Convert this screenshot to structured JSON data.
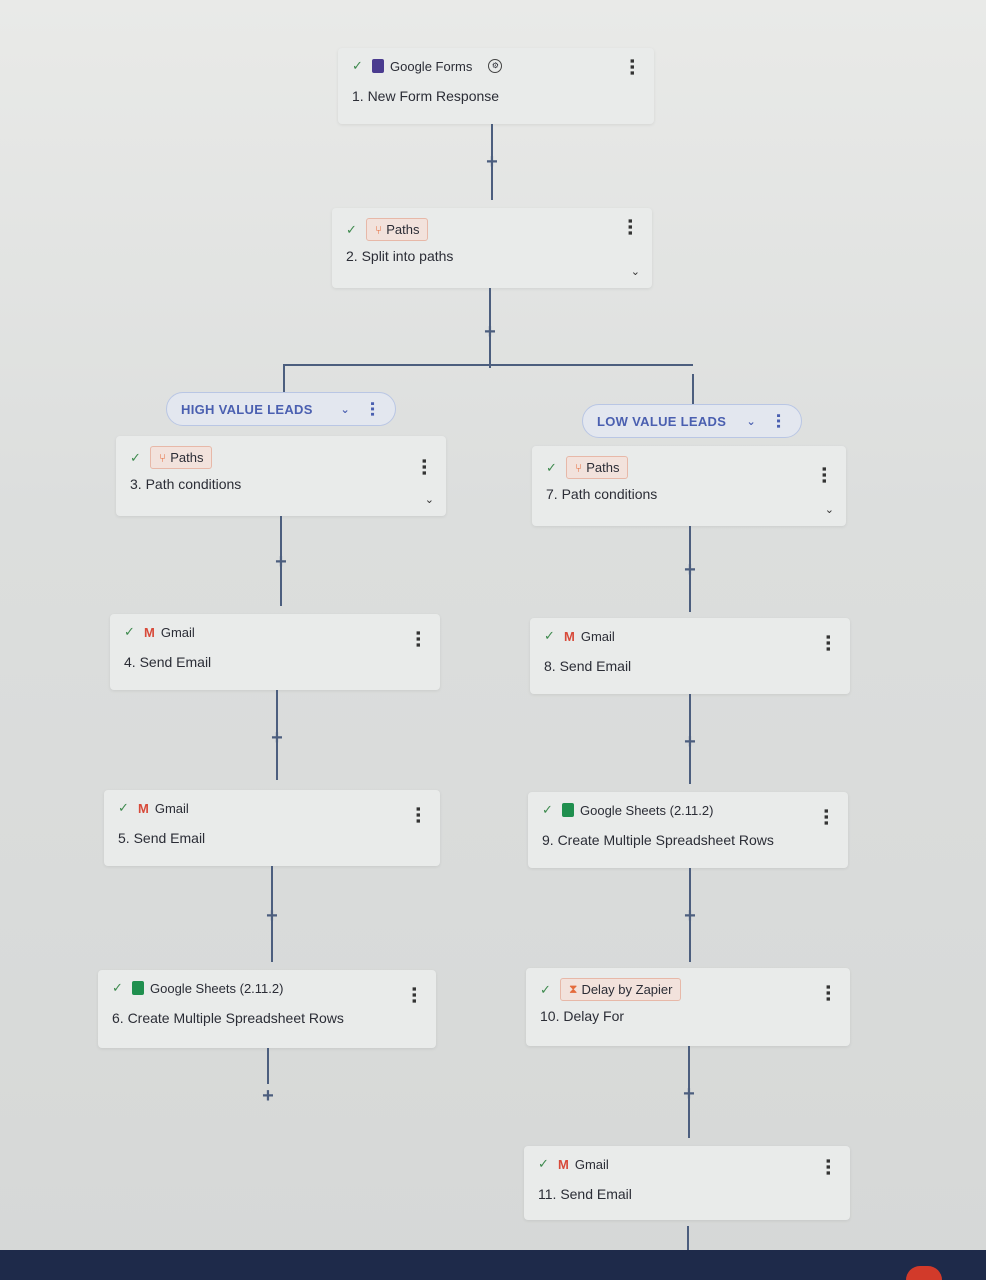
{
  "steps": {
    "s1": {
      "app": "Google Forms",
      "title": "1. New Form Response"
    },
    "s2": {
      "app": "Paths",
      "title": "2. Split into paths"
    },
    "s3": {
      "app": "Paths",
      "title": "3. Path conditions"
    },
    "s4": {
      "app": "Gmail",
      "title": "4. Send Email"
    },
    "s5": {
      "app": "Gmail",
      "title": "5. Send Email"
    },
    "s6": {
      "app": "Google Sheets (2.11.2)",
      "title": "6. Create Multiple Spreadsheet Rows"
    },
    "s7": {
      "app": "Paths",
      "title": "7. Path conditions"
    },
    "s8": {
      "app": "Gmail",
      "title": "8. Send Email"
    },
    "s9": {
      "app": "Google Sheets (2.11.2)",
      "title": "9. Create Multiple Spreadsheet Rows"
    },
    "s10": {
      "app": "Delay by Zapier",
      "title": "10. Delay For"
    },
    "s11": {
      "app": "Gmail",
      "title": "11. Send Email"
    }
  },
  "paths": {
    "left": {
      "label": "HIGH VALUE LEADS"
    },
    "right": {
      "label": "LOW VALUE LEADS"
    }
  },
  "icons": {
    "check": "check-icon",
    "kebab": "kebab-menu-icon",
    "chevron": "chevron-down-icon",
    "plus": "plus-icon",
    "settings": "settings-icon"
  },
  "colors": {
    "connector": "#4c5e7e",
    "path_label": "#4a5fb0",
    "paths_accent": "#e46b3c",
    "check": "#3e8a4e"
  }
}
